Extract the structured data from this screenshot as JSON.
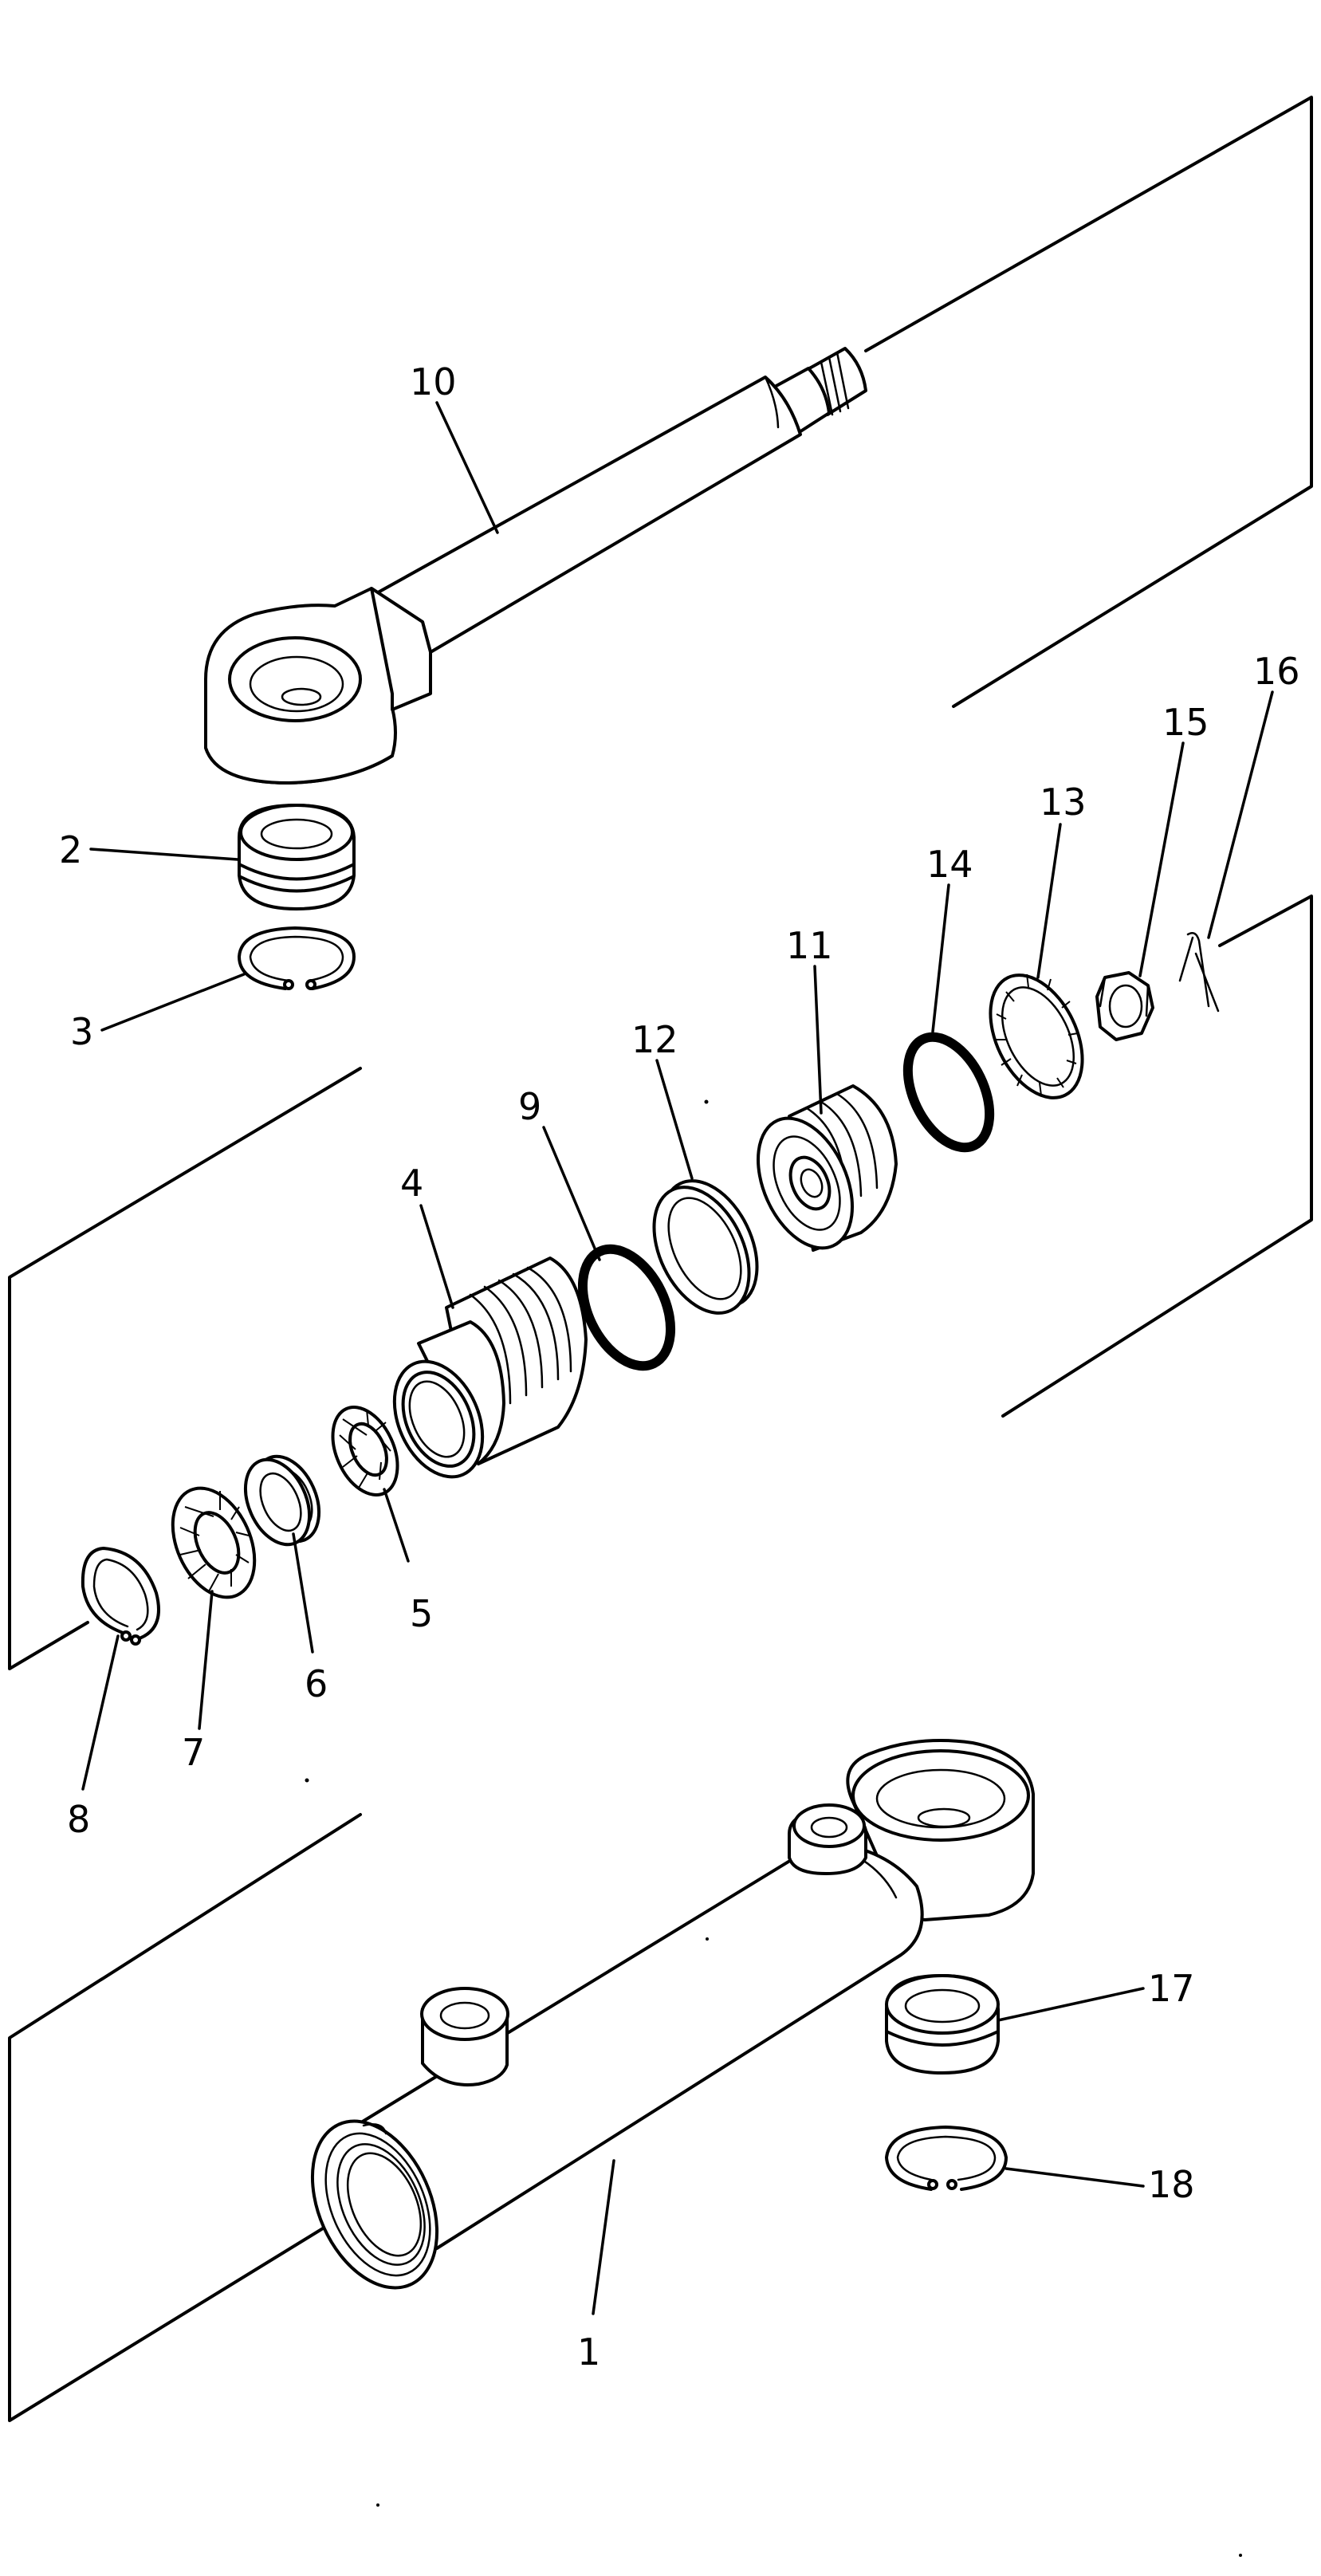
{
  "diagram": {
    "type": "exploded parts diagram",
    "subject": "hydraulic cylinder assembly",
    "callouts": [
      "1",
      "2",
      "3",
      "4",
      "5",
      "6",
      "7",
      "8",
      "9",
      "10",
      "11",
      "12",
      "13",
      "14",
      "15",
      "16",
      "17",
      "18"
    ]
  }
}
